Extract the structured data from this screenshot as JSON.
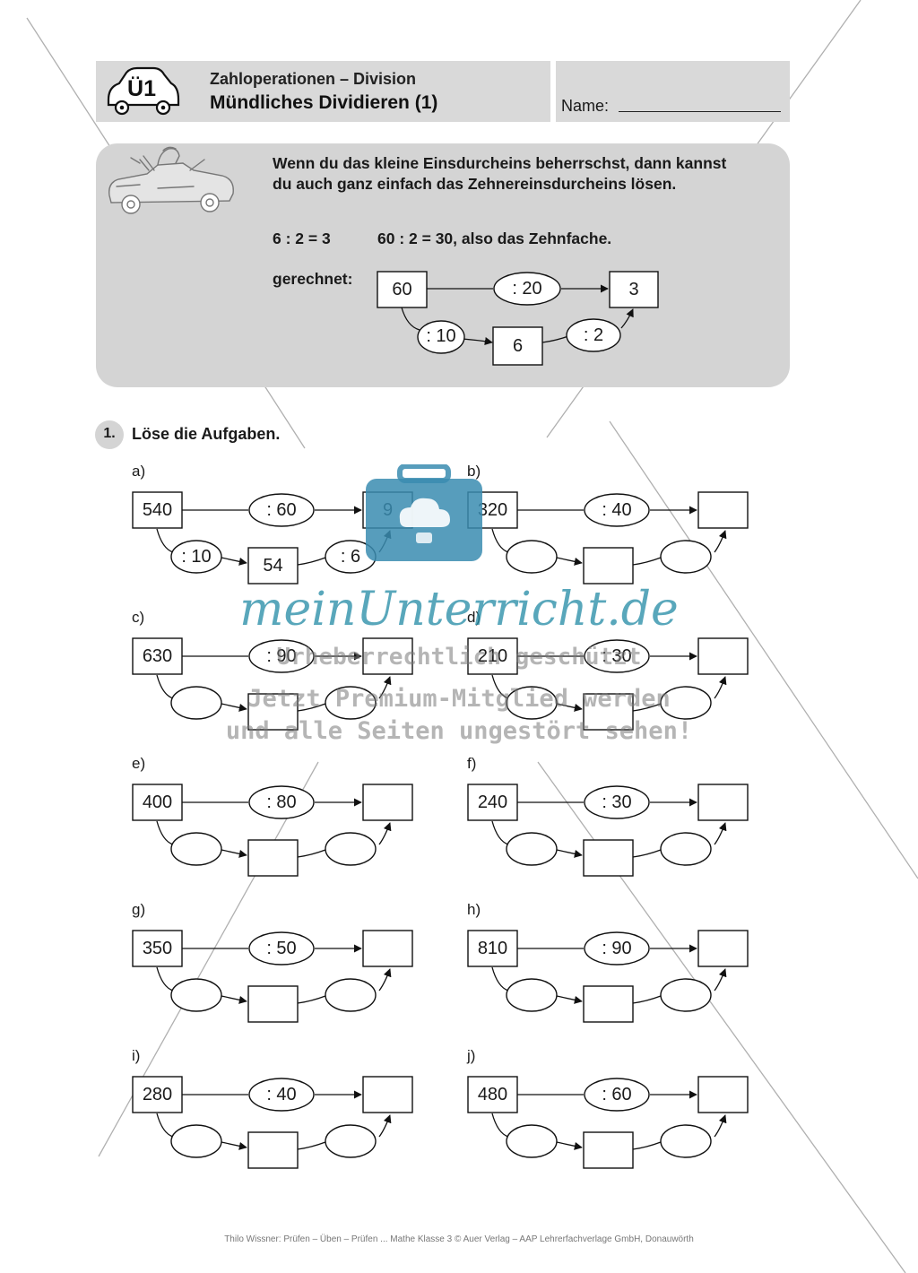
{
  "header": {
    "badge": "Ü1",
    "subtitle": "Zahloperationen – Division",
    "title": "Mündliches Dividieren (1)",
    "name_label": "Name:"
  },
  "info": {
    "text": "Wenn du das kleine Einsdurcheins beherrschst, dann kannst du auch ganz einfach das Zehnereinsdurcheins lösen.",
    "example_small": "6 : 2 = 3",
    "example_large": "60 : 2 = 30, also das Zehnfache.",
    "calc_label": "gerechnet:",
    "diagram": {
      "start": "60",
      "top_op": ": 20",
      "end": "3",
      "op1": ": 10",
      "mid": "6",
      "op2": ": 2"
    }
  },
  "task": {
    "number": "1.",
    "instruction": "Löse die Aufgaben."
  },
  "exercises": [
    {
      "label": "a)",
      "start": "540",
      "top_op": ": 60",
      "end": "9",
      "op1": ": 10",
      "mid": "54",
      "op2": ": 6"
    },
    {
      "label": "b)",
      "start": "320",
      "top_op": ": 40",
      "end": "",
      "op1": "",
      "mid": "",
      "op2": ""
    },
    {
      "label": "c)",
      "start": "630",
      "top_op": ": 90",
      "end": "",
      "op1": "",
      "mid": "",
      "op2": ""
    },
    {
      "label": "d)",
      "start": "210",
      "top_op": ": 30",
      "end": "",
      "op1": "",
      "mid": "",
      "op2": ""
    },
    {
      "label": "e)",
      "start": "400",
      "top_op": ": 80",
      "end": "",
      "op1": "",
      "mid": "",
      "op2": ""
    },
    {
      "label": "f)",
      "start": "240",
      "top_op": ": 30",
      "end": "",
      "op1": "",
      "mid": "",
      "op2": ""
    },
    {
      "label": "g)",
      "start": "350",
      "top_op": ": 50",
      "end": "",
      "op1": "",
      "mid": "",
      "op2": ""
    },
    {
      "label": "h)",
      "start": "810",
      "top_op": ": 90",
      "end": "",
      "op1": "",
      "mid": "",
      "op2": ""
    },
    {
      "label": "i)",
      "start": "280",
      "top_op": ": 40",
      "end": "",
      "op1": "",
      "mid": "",
      "op2": ""
    },
    {
      "label": "j)",
      "start": "480",
      "top_op": ": 60",
      "end": "",
      "op1": "",
      "mid": "",
      "op2": ""
    }
  ],
  "watermark": {
    "logo": "meinUnterricht.de",
    "line1": "Urheberrechtlich geschützt",
    "line2": "Jetzt Premium-Mitglied werden",
    "line3": "und alle Seiten ungestört sehen!"
  },
  "footer": "Thilo Wissner: Prüfen – Üben – Prüfen ... Mathe Klasse 3 © Auer Verlag – AAP Lehrerfachverlage GmbH, Donauwörth",
  "colors": {
    "panel": "#d4d4d4",
    "header": "#d9d9d9",
    "watermark_blue": "#2b8fa8",
    "bag_blue": "#3a8cb0"
  }
}
